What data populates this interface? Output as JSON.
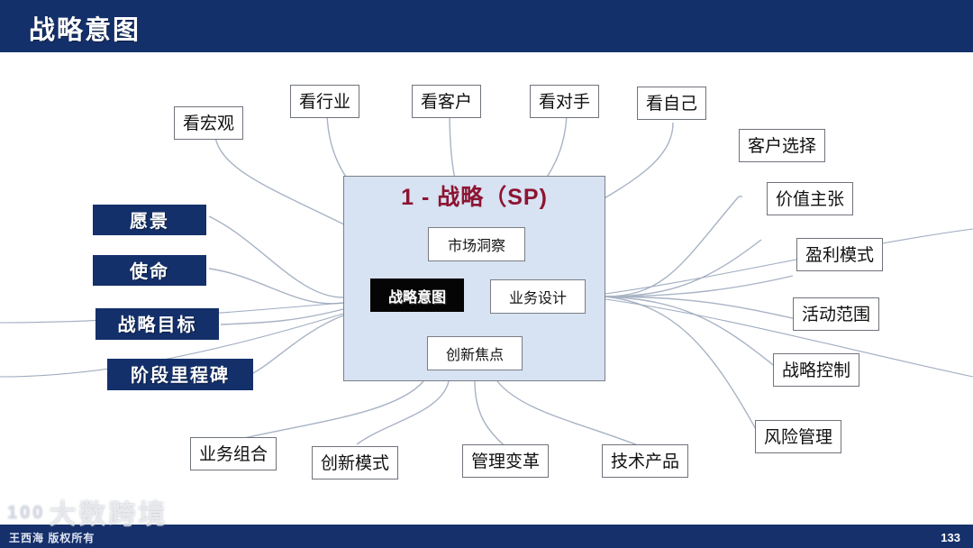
{
  "header": {
    "title": "战略意图"
  },
  "footer": {
    "copyright": "王西海 版权所有",
    "page_number": "133",
    "watermark_mark": "100",
    "watermark_text": "大数跨境"
  },
  "center_panel": {
    "title": "1 - 战略（SP)",
    "title_color": "#8d1432",
    "fill_color": "#d7e2f2",
    "boxes": [
      {
        "id": "market-insight",
        "label": "市场洞察"
      },
      {
        "id": "strategic-intent",
        "label": "战略意图"
      },
      {
        "id": "business-design",
        "label": "业务设计"
      },
      {
        "id": "innovation-focus",
        "label": "创新焦点"
      }
    ]
  },
  "top_labels": [
    {
      "id": "macro",
      "label": "看宏观"
    },
    {
      "id": "industry",
      "label": "看行业"
    },
    {
      "id": "customer",
      "label": "看客户"
    },
    {
      "id": "competitor",
      "label": "看对手"
    },
    {
      "id": "self",
      "label": "看自己"
    }
  ],
  "right_labels": [
    {
      "id": "customer-selection",
      "label": "客户选择"
    },
    {
      "id": "value-proposition",
      "label": "价值主张"
    },
    {
      "id": "profit-model",
      "label": "盈利模式"
    },
    {
      "id": "activity-scope",
      "label": "活动范围"
    },
    {
      "id": "strategic-control",
      "label": "战略控制"
    },
    {
      "id": "risk-management",
      "label": "风险管理"
    }
  ],
  "bottom_labels": [
    {
      "id": "business-portfolio",
      "label": "业务组合"
    },
    {
      "id": "innovation-mode",
      "label": "创新模式"
    },
    {
      "id": "management-reform",
      "label": "管理变革"
    },
    {
      "id": "technology-product",
      "label": "技术产品"
    }
  ],
  "left_labels": [
    {
      "id": "vision",
      "label": "愿景"
    },
    {
      "id": "mission",
      "label": "使命"
    },
    {
      "id": "goal",
      "label": "战略目标"
    },
    {
      "id": "milestone",
      "label": "阶段里程碑"
    }
  ],
  "colors": {
    "header_navy": "#14306b",
    "accent_red": "#8d1432",
    "panel_blue": "#d7e2f2",
    "connector": "#a8b3c4"
  }
}
